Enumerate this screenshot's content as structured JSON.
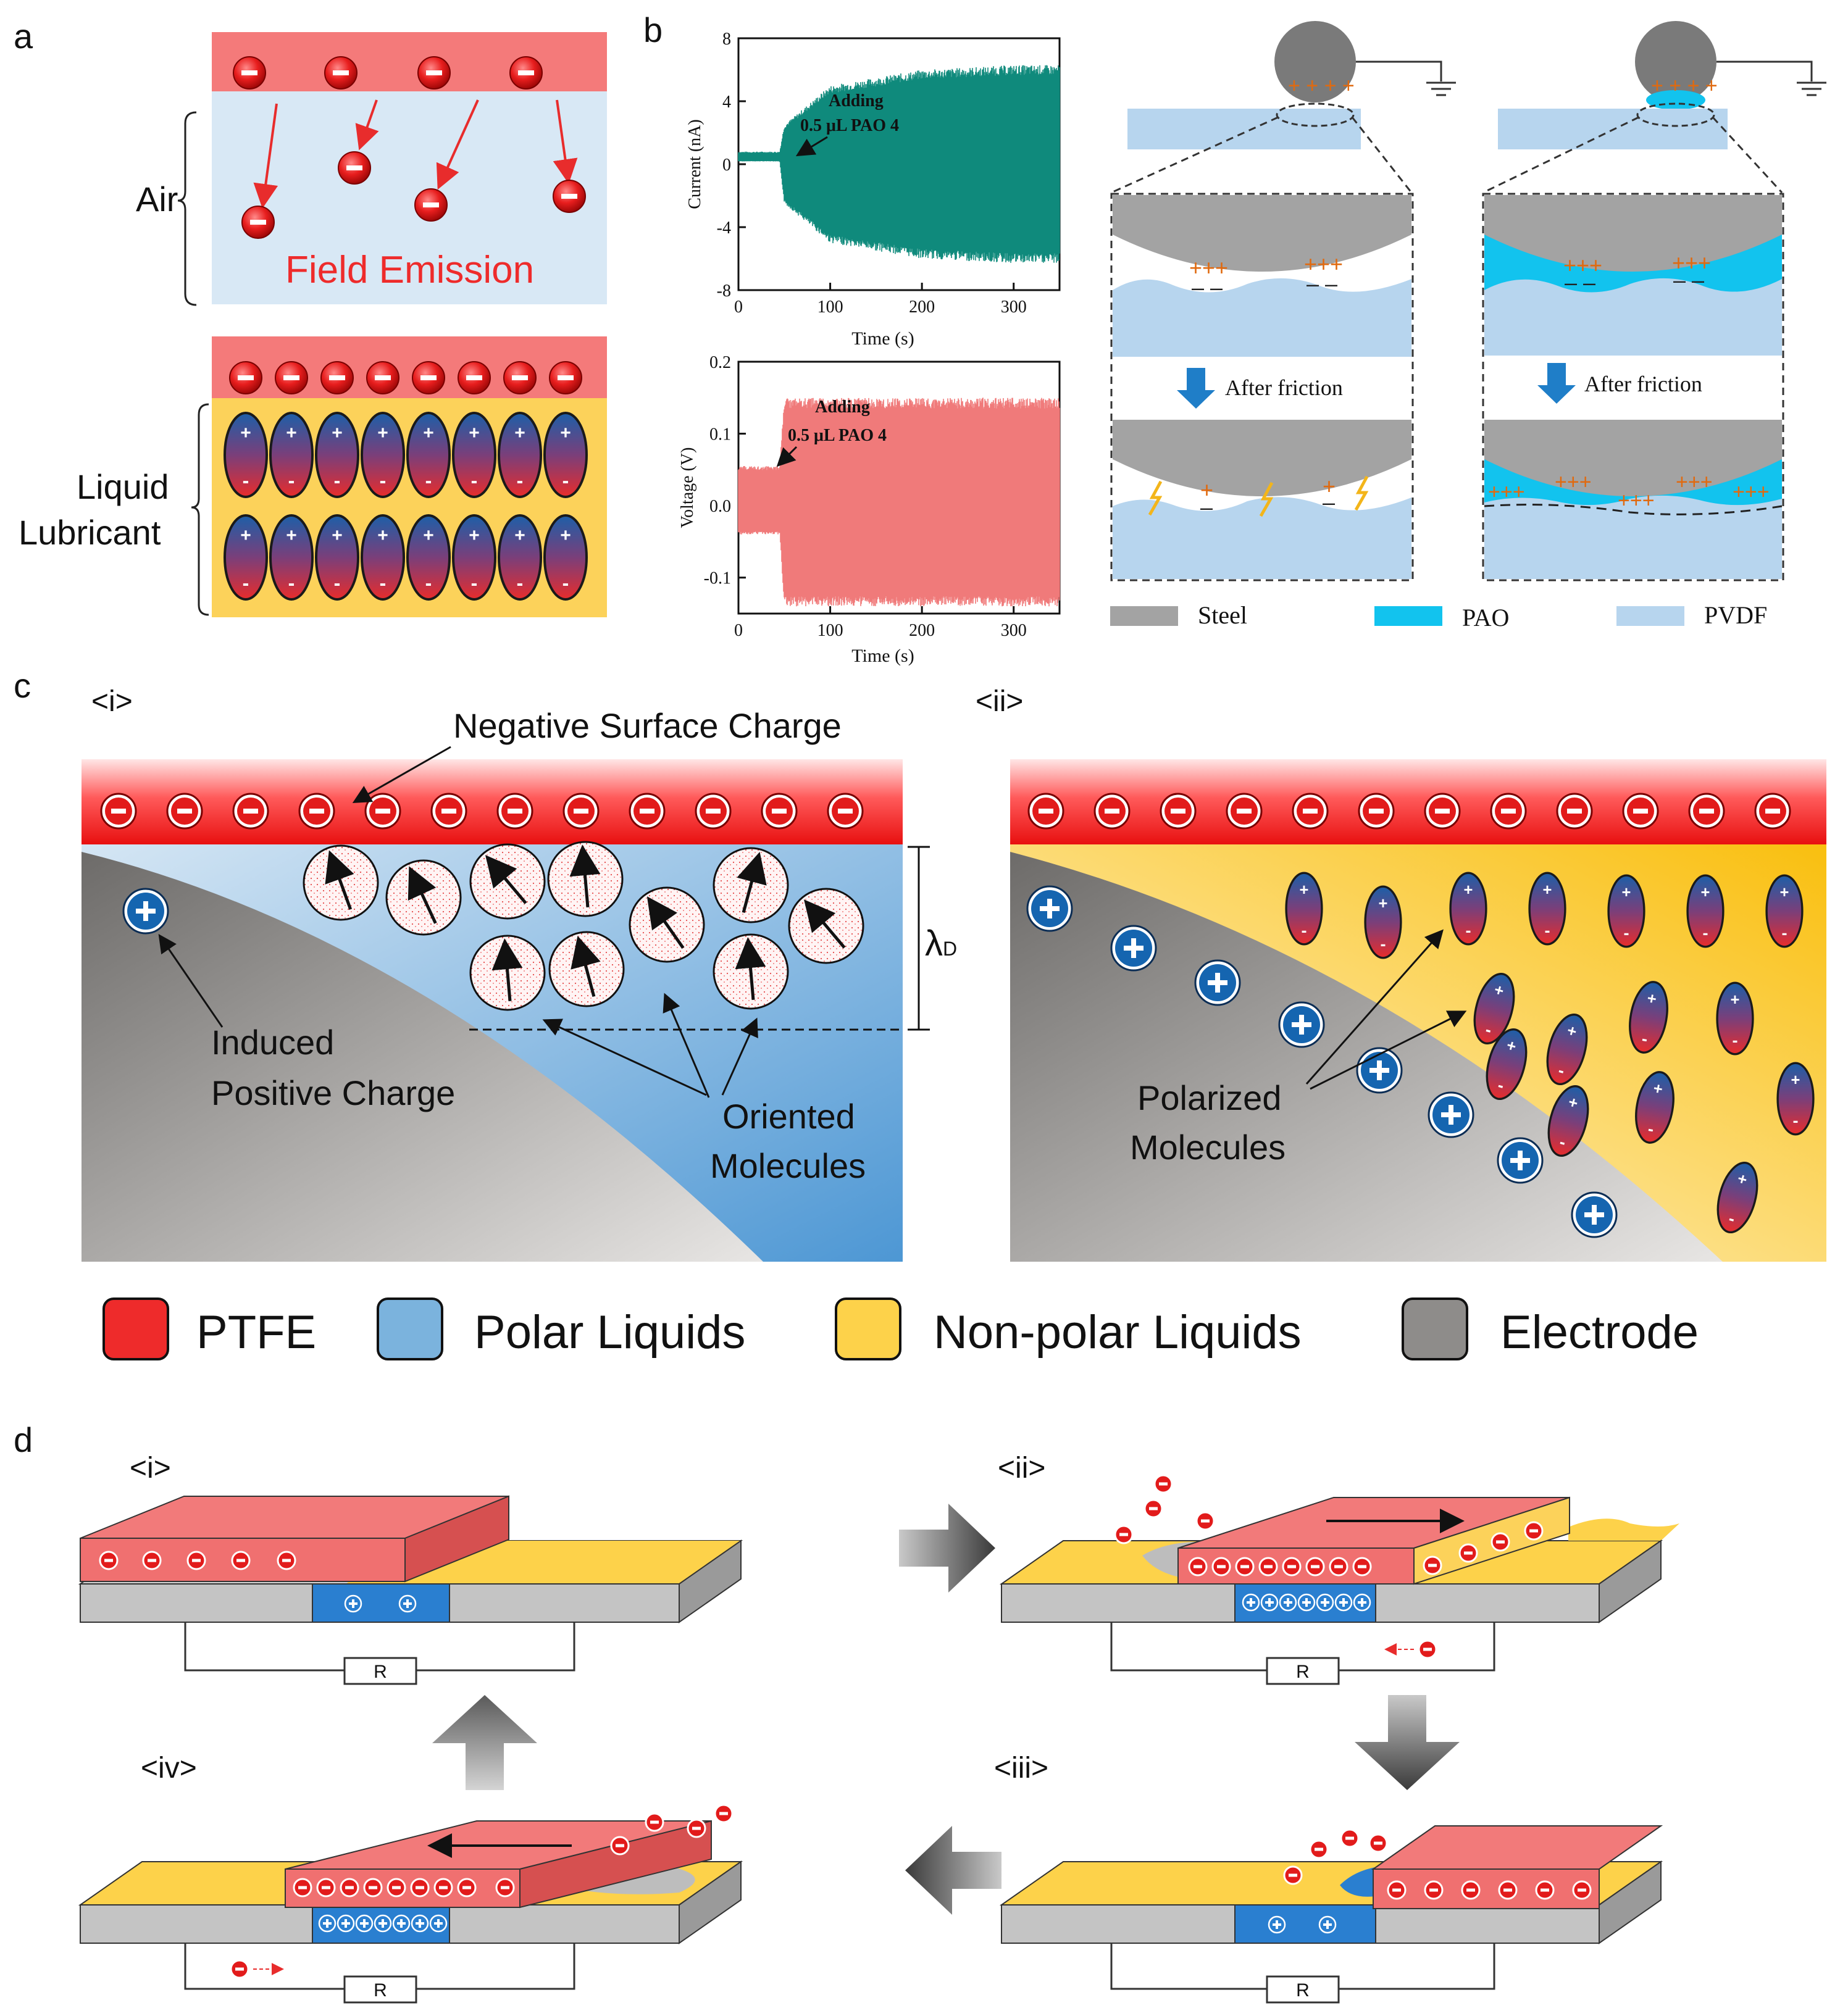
{
  "panel_labels": {
    "a": "a",
    "b": "b",
    "c": "c",
    "d": "d"
  },
  "panel_a": {
    "air_label": "Air",
    "field_emission_label": "Field Emission",
    "liquid_label_line1": "Liquid",
    "liquid_label_line2": "Lubricant"
  },
  "panel_b": {
    "current_chart": {
      "ylabel": "Current (nA)",
      "xlabel": "Time (s)",
      "yticks": [
        "8",
        "4",
        "0",
        "-4",
        "-8"
      ],
      "xticks": [
        "0",
        "100",
        "200",
        "300"
      ],
      "annotation_line1": "Adding",
      "annotation_line2": "0.5 μL PAO 4"
    },
    "voltage_chart": {
      "ylabel": "Voltage (V)",
      "xlabel": "Time (s)",
      "yticks": [
        "0.2",
        "0.1",
        "0.0",
        "-0.1"
      ],
      "xticks": [
        "0",
        "100",
        "200",
        "300"
      ],
      "annotation_line1": "Adding",
      "annotation_line2": "0.5 μL PAO 4"
    },
    "after_friction_left": "After friction",
    "after_friction_right": "After friction",
    "legend": {
      "steel": "Steel",
      "pao": "PAO",
      "pvdf": "PVDF"
    }
  },
  "panel_c": {
    "sub_i": "<i>",
    "sub_ii": "<ii>",
    "negative_surface_charge": "Negative Surface Charge",
    "lambda_label": "λ",
    "lambda_sub": "D",
    "induced_line1": "Induced",
    "induced_line2": "Positive Charge",
    "oriented_line1": "Oriented",
    "oriented_line2": "Molecules",
    "polarized_line1": "Polarized",
    "polarized_line2": "Molecules",
    "legend": {
      "ptfe": "PTFE",
      "polar": "Polar Liquids",
      "nonpolar": "Non-polar Liquids",
      "electrode": "Electrode"
    }
  },
  "panel_d": {
    "sub_i": "<i>",
    "sub_ii": "<ii>",
    "sub_iii": "<iii>",
    "sub_iv": "<iv>",
    "resistor": "R"
  },
  "chart_data": [
    {
      "type": "line",
      "title": "",
      "xlabel": "Time (s)",
      "ylabel": "Current (nA)",
      "xlim": [
        0,
        350
      ],
      "ylim": [
        -8,
        8
      ],
      "series": [
        {
          "x": [
            0,
            45,
            50,
            100,
            200,
            300,
            350
          ],
          "upper": [
            0.8,
            0.8,
            2.5,
            5.0,
            6.0,
            6.3,
            6.3
          ],
          "lower": [
            0.2,
            0.2,
            -2.5,
            -5.0,
            -6.0,
            -6.3,
            -6.3
          ]
        }
      ],
      "annotation": "Adding 0.5 μL PAO 4 at ~45 s",
      "color": "#0f8a7c"
    },
    {
      "type": "line",
      "title": "",
      "xlabel": "Time (s)",
      "ylabel": "Voltage (V)",
      "xlim": [
        0,
        350
      ],
      "ylim": [
        -0.15,
        0.2
      ],
      "series": [
        {
          "x": [
            0,
            45,
            50,
            100,
            200,
            300,
            350
          ],
          "upper": [
            0.055,
            0.055,
            0.15,
            0.15,
            0.15,
            0.15,
            0.15
          ],
          "lower": [
            -0.04,
            -0.04,
            -0.14,
            -0.14,
            -0.14,
            -0.14,
            -0.14
          ]
        }
      ],
      "annotation": "Adding 0.5 μL PAO 4 at ~45 s",
      "color": "#f07a7a"
    }
  ],
  "colors": {
    "ptfe_red": "#ee2b2b",
    "polar_blue": "#7bb3dd",
    "nonpolar_yellow": "#fdd24a",
    "electrode_gray": "#8e8c8a",
    "teal": "#0f8a7c",
    "salmon": "#f07a7a",
    "pao_cyan": "#12c3ee",
    "pvdf_light": "#b7d5ee"
  }
}
